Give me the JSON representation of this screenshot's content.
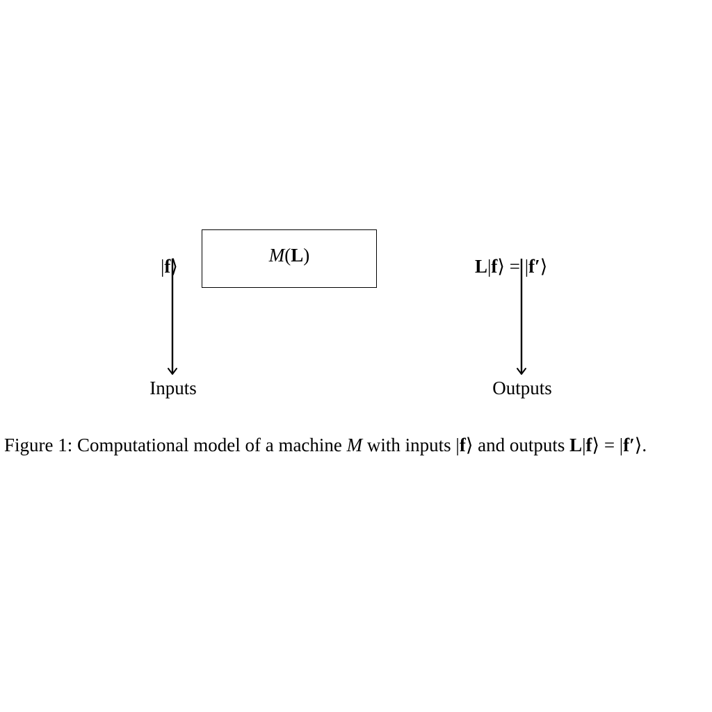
{
  "diagram": {
    "machine": {
      "symbol": "M",
      "open": "(",
      "operator": "L",
      "close": ")"
    },
    "input_state": {
      "open": "|",
      "vector": "f",
      "close": "⟩"
    },
    "output_state": {
      "operator": "L",
      "open": "|",
      "vector": "f",
      "close": "⟩",
      "equals": " = |",
      "vector_prime": "f′",
      "close2": "⟩"
    },
    "inputs_label": "Inputs",
    "outputs_label": "Outputs"
  },
  "caption": {
    "prefix": "Figure 1: Computational model of a machine ",
    "machine_symbol": "M",
    "middle": " with inputs |",
    "input_vector": "f",
    "middle2": "⟩ and outputs ",
    "output_operator": "L",
    "output_open": "|",
    "output_vector": "f",
    "output_eq": "⟩ = |",
    "output_vector_prime": "f′",
    "suffix": "⟩."
  }
}
